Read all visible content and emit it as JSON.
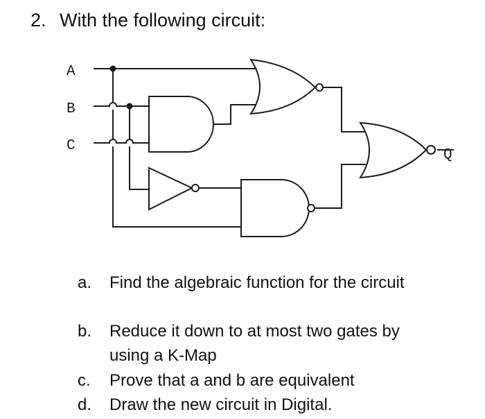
{
  "question": {
    "number": "2.",
    "prompt": "With the following circuit:"
  },
  "circuit": {
    "inputs": [
      "A",
      "B",
      "C"
    ],
    "output": "Q",
    "gates": [
      "nor",
      "and",
      "not",
      "nand",
      "nor"
    ]
  },
  "parts": [
    {
      "letter": "a.",
      "text": "Find the algebraic function for the circuit"
    },
    {
      "letter": "b.",
      "text": "Reduce it down to at most two gates by using a K-Map"
    },
    {
      "letter": "c.",
      "text": "Prove that a and b are equivalent"
    },
    {
      "letter": "d.",
      "text": "Draw the new circuit in Digital."
    }
  ]
}
